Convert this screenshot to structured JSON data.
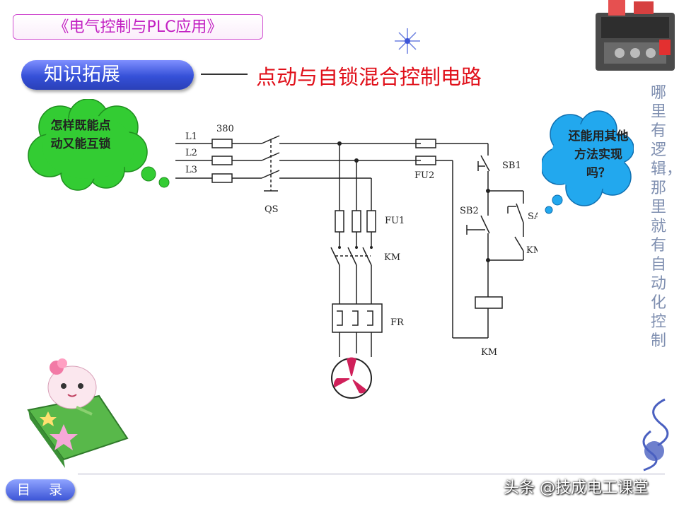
{
  "header": {
    "book_title": "《电气控制与PLC应用》",
    "section_label": "知识拓展",
    "circuit_title": "点动与自锁混合控制电路"
  },
  "thought_left": "怎样既能点动又能互锁",
  "thought_right": "还能用其他方法实现吗？",
  "side_text": "哪里有逻辑，那里就有自动化控制",
  "labels": {
    "voltage": "380",
    "l1": "L1",
    "l2": "L2",
    "l3": "L3",
    "qs": "QS",
    "fu1": "FU1",
    "fu2": "FU2",
    "km_main": "KM",
    "fr": "FR",
    "sb1": "SB1",
    "sb2": "SB2",
    "sa": "SA",
    "km_aux": "KM",
    "km_coil": "KM"
  },
  "footer": {
    "menu_button": "目 录",
    "watermark": "头条 @技成电工课堂"
  },
  "colors": {
    "title_red": "#e0101a",
    "pill_blue": "#3550d8",
    "cloud_green": "#33cc33",
    "cloud_blue": "#22a8ee",
    "motor_fan": "#d0205a"
  }
}
